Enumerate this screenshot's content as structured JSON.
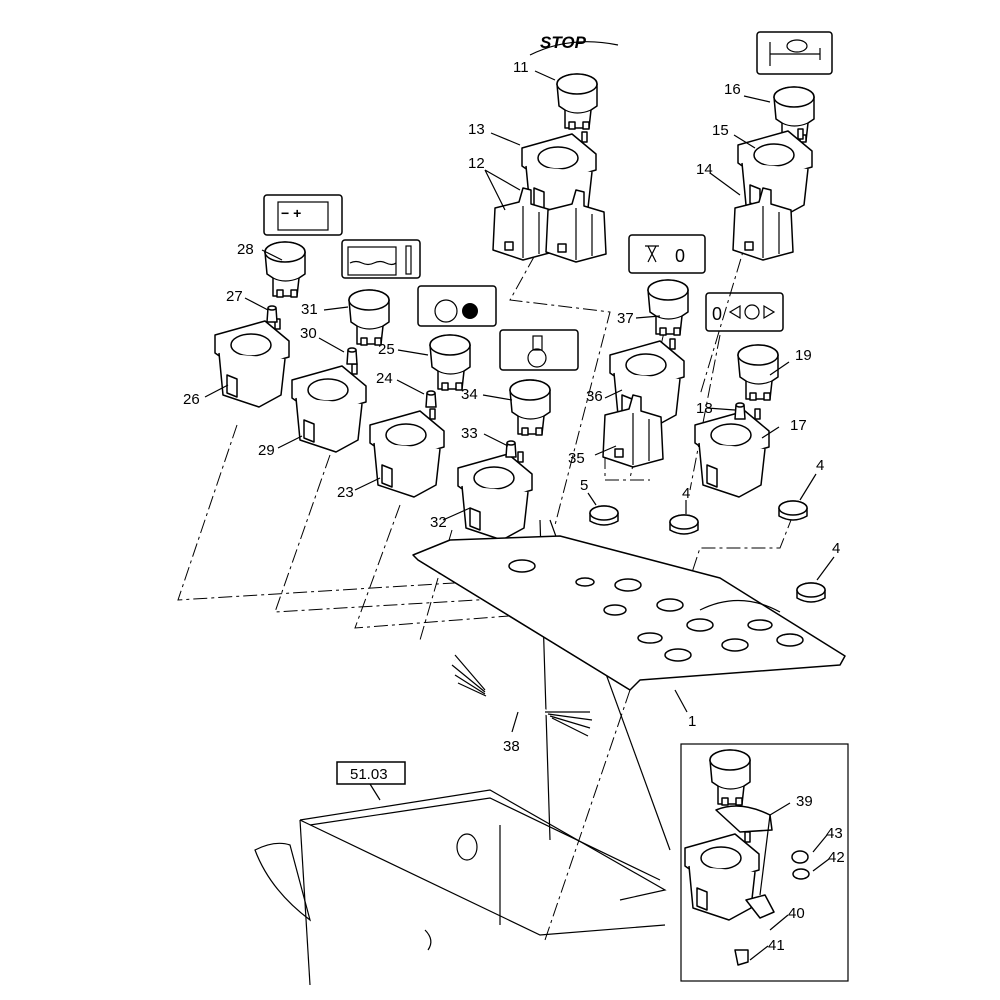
{
  "title": "Control panel switches exploded view",
  "symbols": {
    "stop": "STOP",
    "front_axle_lock": "0",
    "diff_lock": "0",
    "ref_box": "51.03"
  },
  "callouts": {
    "c1": "1",
    "c4a": "4",
    "c4b": "4",
    "c4c": "4",
    "c5": "5",
    "c11": "11",
    "c12": "12",
    "c13": "13",
    "c14": "14",
    "c15": "15",
    "c16": "16",
    "c17": "17",
    "c18": "18",
    "c19": "19",
    "c23": "23",
    "c24": "24",
    "c25": "25",
    "c26": "26",
    "c27": "27",
    "c28": "28",
    "c29": "29",
    "c30": "30",
    "c31": "31",
    "c32": "32",
    "c33": "33",
    "c34": "34",
    "c35": "35",
    "c36": "36",
    "c37": "37",
    "c38": "38",
    "c39": "39",
    "c40": "40",
    "c41": "41",
    "c42": "42",
    "c43": "43"
  },
  "icons": [
    "horn-icon",
    "battery-icon",
    "coolant-temp-icon",
    "engine-air-filter-icon",
    "coolant-thermometer-icon",
    "axle-lock-icon",
    "diff-lock-icon",
    "stop-icon"
  ]
}
